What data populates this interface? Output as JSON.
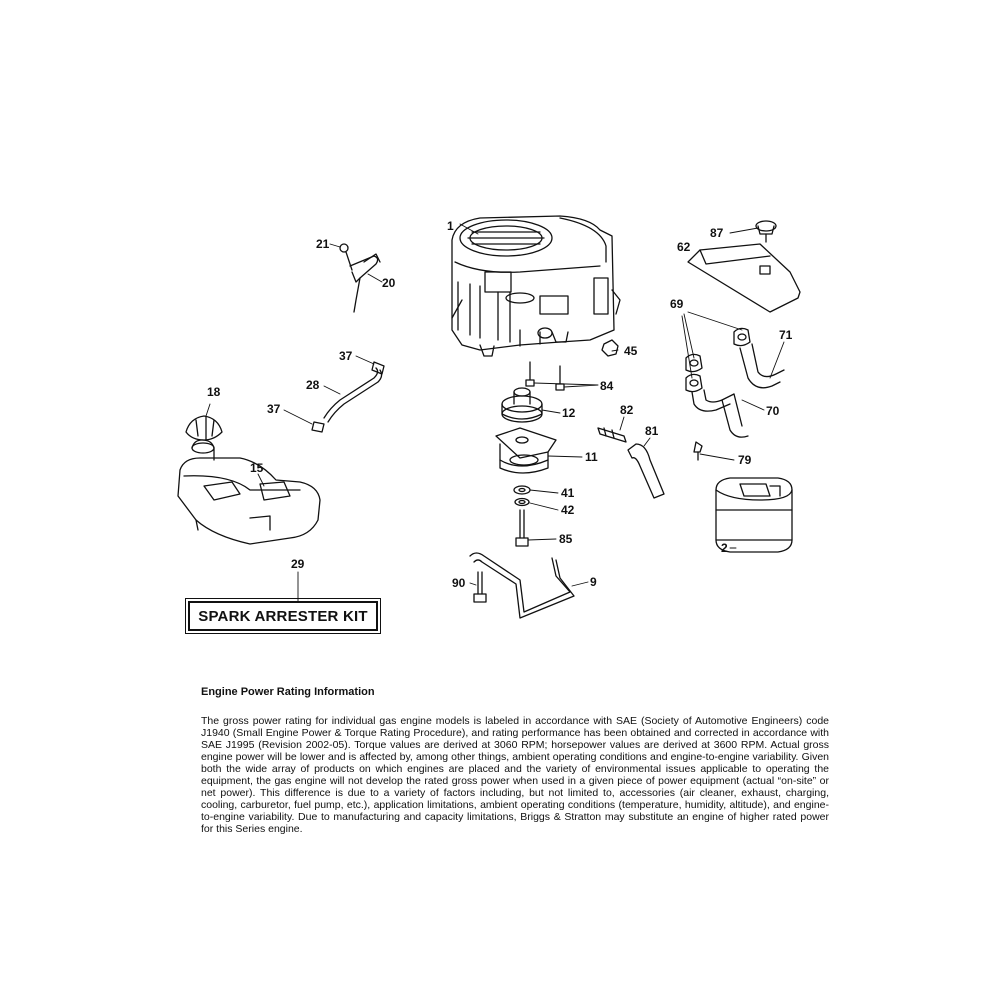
{
  "parts": {
    "engine": "1",
    "muffler": "2",
    "bracket": "9",
    "pto_clutch": "11",
    "pulley": "12",
    "fuel_tank": "15",
    "fuel_cap": "18",
    "throttle_control": "20",
    "control_screw": "21",
    "fuel_line": "28",
    "spark_arrester": "29",
    "hose_clamp_top": "37",
    "hose_clamp_bottom": "37",
    "lock_washer": "41",
    "flat_washer": "42",
    "nut": "45",
    "deflector": "62",
    "exhaust_gasket": "69",
    "exhaust_pipe_lower": "70",
    "exhaust_pipe_upper": "71",
    "bolt_muffler": "79",
    "fitting": "82",
    "bolts": "84",
    "clutch_bolt": "85",
    "deflector_bolt": "87",
    "bracket_bolt": "90",
    "oil_drain_hose": "81"
  },
  "kit_label": "SPARK ARRESTER KIT",
  "info": {
    "title": "Engine Power Rating Information",
    "body": "The gross power rating for individual gas engine models is labeled in accordance with SAE (Society of Automotive Engineers) code J1940 (Small Engine Power & Torque Rating Procedure), and rating performance has been obtained and corrected in accordance with SAE J1995 (Revision 2002-05). Torque values are derived at 3060 RPM; horsepower values are derived at 3600 RPM. Actual gross engine power will be lower and is affected by, among other things, ambient operating conditions and engine-to-engine variability. Given both the wide array of products on which engines are placed and the variety of environmental issues applicable to operating the equipment, the gas engine will not develop the rated gross power when used in a given piece of power equipment (actual “on-site” or net power). This difference is due to a variety of factors including, but not limited to, accessories (air cleaner, exhaust, charging, cooling, carburetor, fuel pump, etc.), application limitations, ambient operating conditions (temperature, humidity, altitude), and engine-to-engine variability. Due to manufacturing and capacity limitations, Briggs & Stratton may substitute an engine of higher rated power for this Series engine."
  }
}
